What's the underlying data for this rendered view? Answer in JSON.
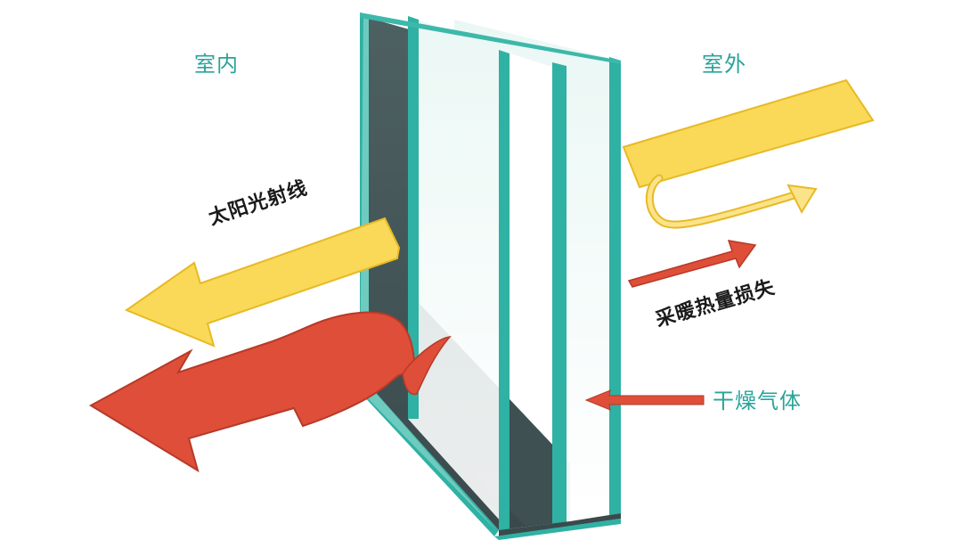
{
  "labels": {
    "indoor": "室内",
    "outdoor": "室外",
    "solar_radiation": "太阳光射线",
    "heating_loss": "采暖热量损失",
    "dry_gas": "干燥气体"
  },
  "colors": {
    "yellow": "#f9d957",
    "yellow_stroke": "#e8b925",
    "red": "#de4e38",
    "red_dark": "#b63a28",
    "glass_teal": "#2fb1a3",
    "spacer_dark": "#4a5c5e",
    "label_teal": "#2aa39a"
  }
}
